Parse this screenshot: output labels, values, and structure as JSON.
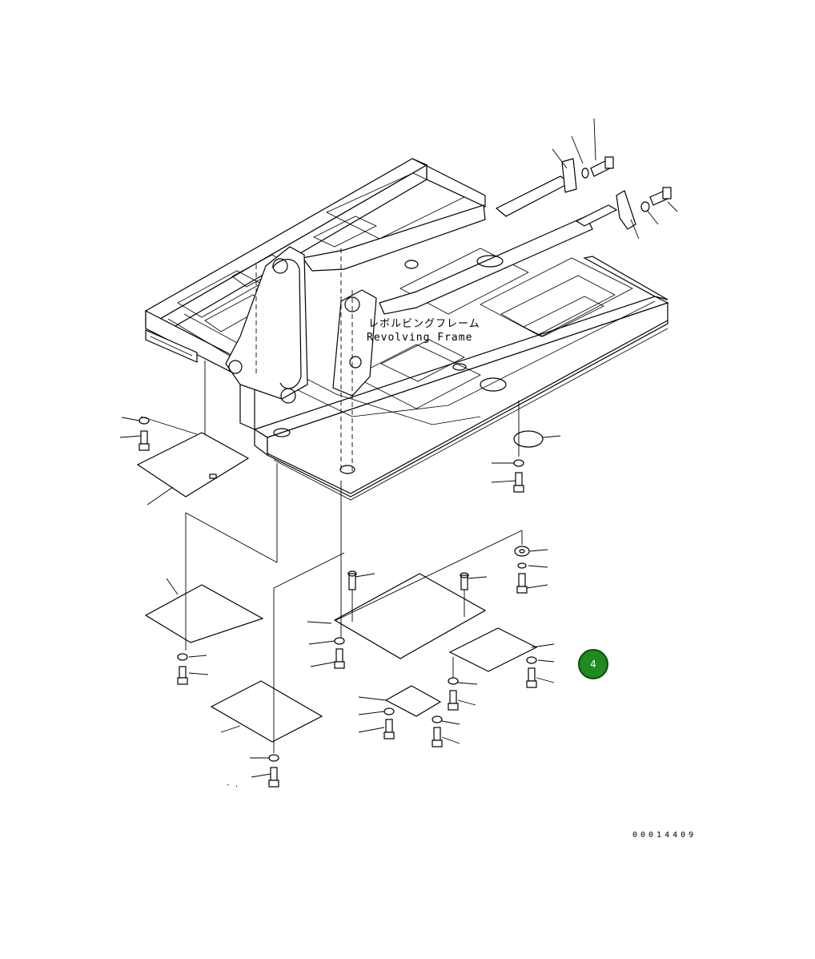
{
  "labels": {
    "frame_jp": "レボルビングフレーム",
    "frame_en": "Revolving Frame",
    "stray_mark": "- ."
  },
  "drawing_number": "00014409",
  "callout": {
    "label": "4",
    "color": "#1f8a1f"
  }
}
